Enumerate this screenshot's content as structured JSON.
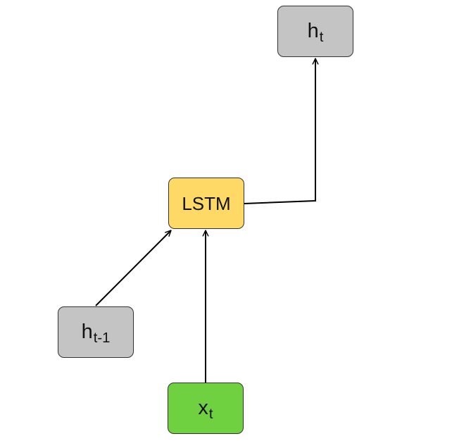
{
  "nodes": {
    "h_t": {
      "main": "h",
      "sub": "t",
      "color": "#c4c4c4"
    },
    "lstm": {
      "label": "LSTM",
      "color": "#ffd966"
    },
    "h_t_minus_1": {
      "main": "h",
      "sub": "t-1",
      "color": "#c4c4c4"
    },
    "x_t": {
      "main": "x",
      "sub": "t",
      "color": "#70d140"
    }
  },
  "edges": [
    {
      "from": "x_t",
      "to": "lstm"
    },
    {
      "from": "h_t_minus_1",
      "to": "lstm"
    },
    {
      "from": "lstm",
      "to": "h_t"
    }
  ],
  "colors": {
    "line": "#000000",
    "border": "#333333"
  }
}
